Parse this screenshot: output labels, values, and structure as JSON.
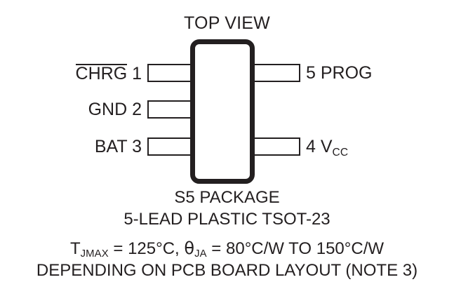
{
  "diagram": {
    "title": "TOP VIEW",
    "package_body": {
      "shape": "rounded-rectangle",
      "stroke_color": "#231f20",
      "fill_color": "#ffffff"
    },
    "pins": [
      {
        "number": "1",
        "name": "CHRG",
        "overline": true,
        "side": "left",
        "label": "CHRG 1"
      },
      {
        "number": "2",
        "name": "GND",
        "overline": false,
        "side": "left",
        "label": "GND 2"
      },
      {
        "number": "3",
        "name": "BAT",
        "overline": false,
        "side": "left",
        "label": "BAT 3"
      },
      {
        "number": "4",
        "name": "VCC",
        "overline": false,
        "side": "right",
        "label": "4 VCC"
      },
      {
        "number": "5",
        "name": "PROG",
        "overline": false,
        "side": "right",
        "label": "5 PROG"
      }
    ],
    "pin_1_name": "CHRG",
    "pin_1_number": "1",
    "pin_2_label": "GND 2",
    "pin_3_label": "BAT 3",
    "pin_5_label": "5 PROG",
    "pin_4_prefix": "4 V",
    "pin_4_subscript": "CC"
  },
  "caption": {
    "package_name": "S5 PACKAGE",
    "lead_description": "5-LEAD PLASTIC TSOT-23",
    "thermal": {
      "tj_symbol": "T",
      "tj_subscript": "JMAX",
      "tj_value": " = 125°C, ",
      "theta_symbol": "θ",
      "theta_subscript": "JA",
      "theta_value": " = 80°C/W TO 150°C/W"
    },
    "note_line": "DEPENDING ON PCB BOARD LAYOUT (NOTE 3)"
  },
  "colors": {
    "ink": "#231f20",
    "background": "#ffffff"
  }
}
